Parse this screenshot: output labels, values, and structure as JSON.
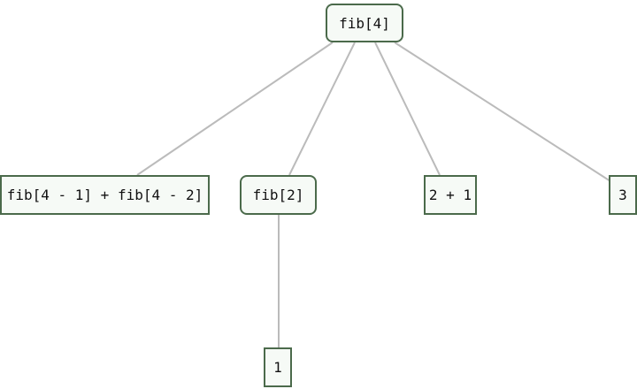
{
  "tree": {
    "root": {
      "label": "fib[4]"
    },
    "children": [
      {
        "label": "fib[4 - 1] + fib[4 - 2]"
      },
      {
        "label": "fib[2]",
        "child": {
          "label": "1"
        }
      },
      {
        "label": "2 + 1"
      },
      {
        "label": "3"
      }
    ]
  },
  "colors": {
    "node_border": "#4b6a4b",
    "node_fill": "#f6faf6",
    "edge": "#bbbbbb"
  }
}
